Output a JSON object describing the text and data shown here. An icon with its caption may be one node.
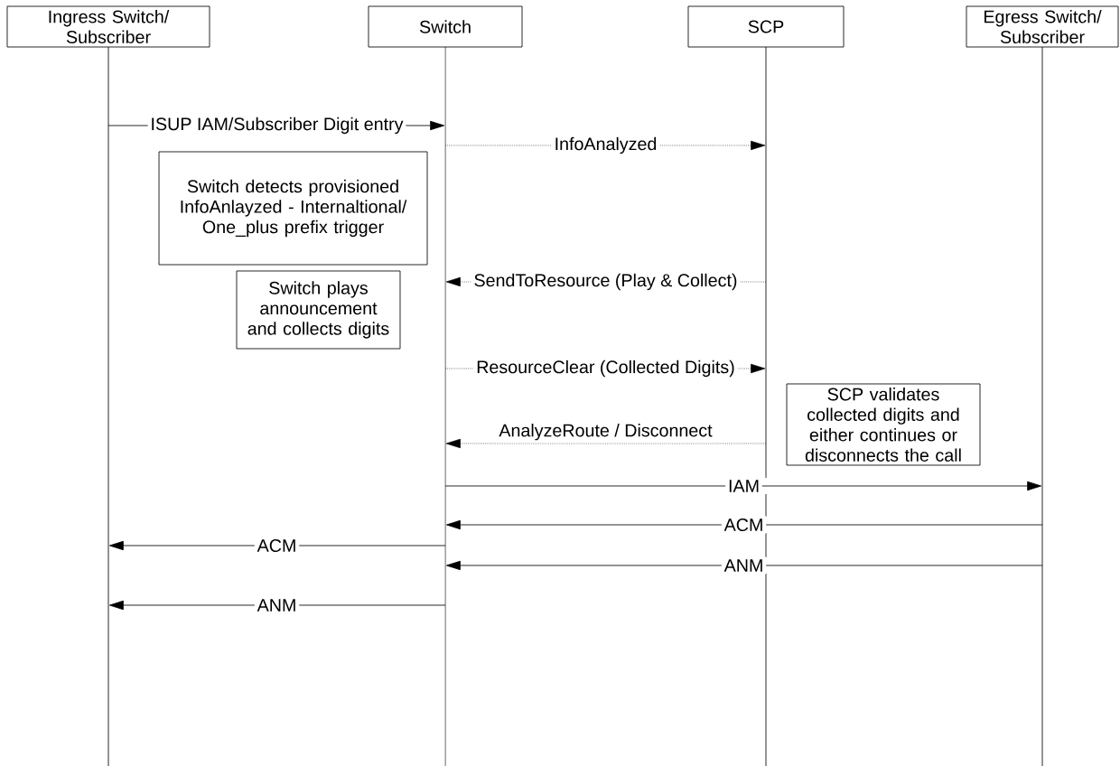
{
  "diagram": {
    "nodes": [
      {
        "text": [
          "Ingress Switch/ Subscriber"
        ]
      },
      {
        "text": [
          "Switch"
        ]
      },
      {
        "text": [
          "SCP"
        ]
      },
      {
        "text": [
          "Egress Switch/ Subscriber"
        ]
      },
      {
        "text": [
          "Switch detects provisioned InfoAnlayzed - Internaltional/ One_plus prefix trigger"
        ]
      },
      {
        "text": [
          "Switch plays announcement and collects digits"
        ]
      },
      {
        "text": [
          "SCP validates collected digits and either continues or disconnects the call"
        ]
      }
    ],
    "edges": [
      {
        "from": 0,
        "to": 1,
        "arrow": "to",
        "label": "ISUP IAM/Subscriber Digit entry"
      },
      {
        "from": 1,
        "to": 2,
        "arrow": "to",
        "label": "InfoAnalyzed",
        "style": "dashed"
      },
      {
        "from": 2,
        "to": 1,
        "arrow": "to",
        "label": "SendToResource (Play & Collect)",
        "style": "dashed"
      },
      {
        "from": 1,
        "to": 2,
        "arrow": "to",
        "label": "ResourceClear (Collected Digits)",
        "style": "dashed"
      },
      {
        "from": 2,
        "to": 1,
        "arrow": "to",
        "label": "AnalyzeRoute / Disconnect",
        "style": "dashed"
      },
      {
        "from": 1,
        "to": 3,
        "arrow": "to",
        "label": "IAM"
      },
      {
        "from": 3,
        "to": 1,
        "arrow": "to",
        "label": "ACM"
      },
      {
        "from": 1,
        "to": 0,
        "arrow": "to",
        "label": "ACM"
      },
      {
        "from": 3,
        "to": 1,
        "arrow": "to",
        "label": "ANM"
      },
      {
        "from": 1,
        "to": 0,
        "arrow": "to",
        "label": "ANM"
      }
    ]
  }
}
